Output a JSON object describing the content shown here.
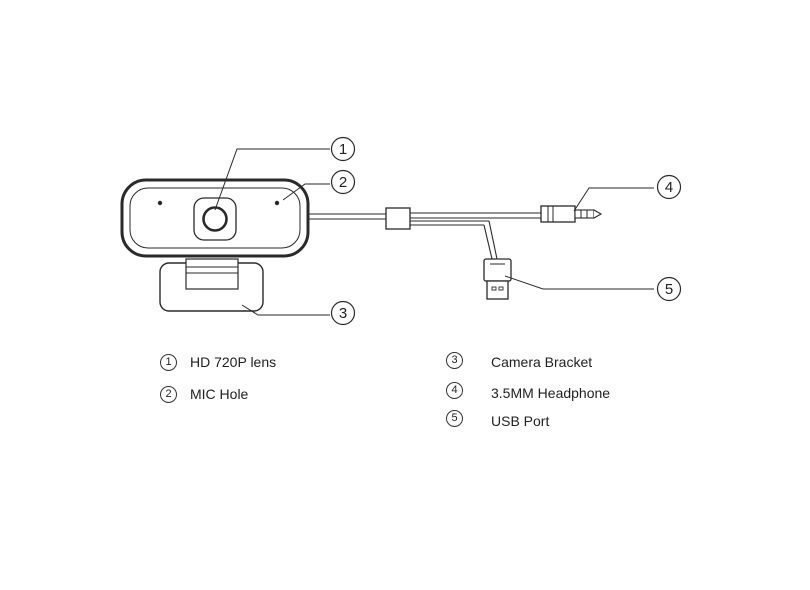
{
  "callouts": [
    "1",
    "2",
    "3",
    "4",
    "5"
  ],
  "legend": [
    {
      "num": "1",
      "label": "HD 720P lens"
    },
    {
      "num": "2",
      "label": "MIC Hole"
    },
    {
      "num": "3",
      "label": "Camera Bracket"
    },
    {
      "num": "4",
      "label": "3.5MM Headphone"
    },
    {
      "num": "5",
      "label": "USB Port"
    }
  ]
}
